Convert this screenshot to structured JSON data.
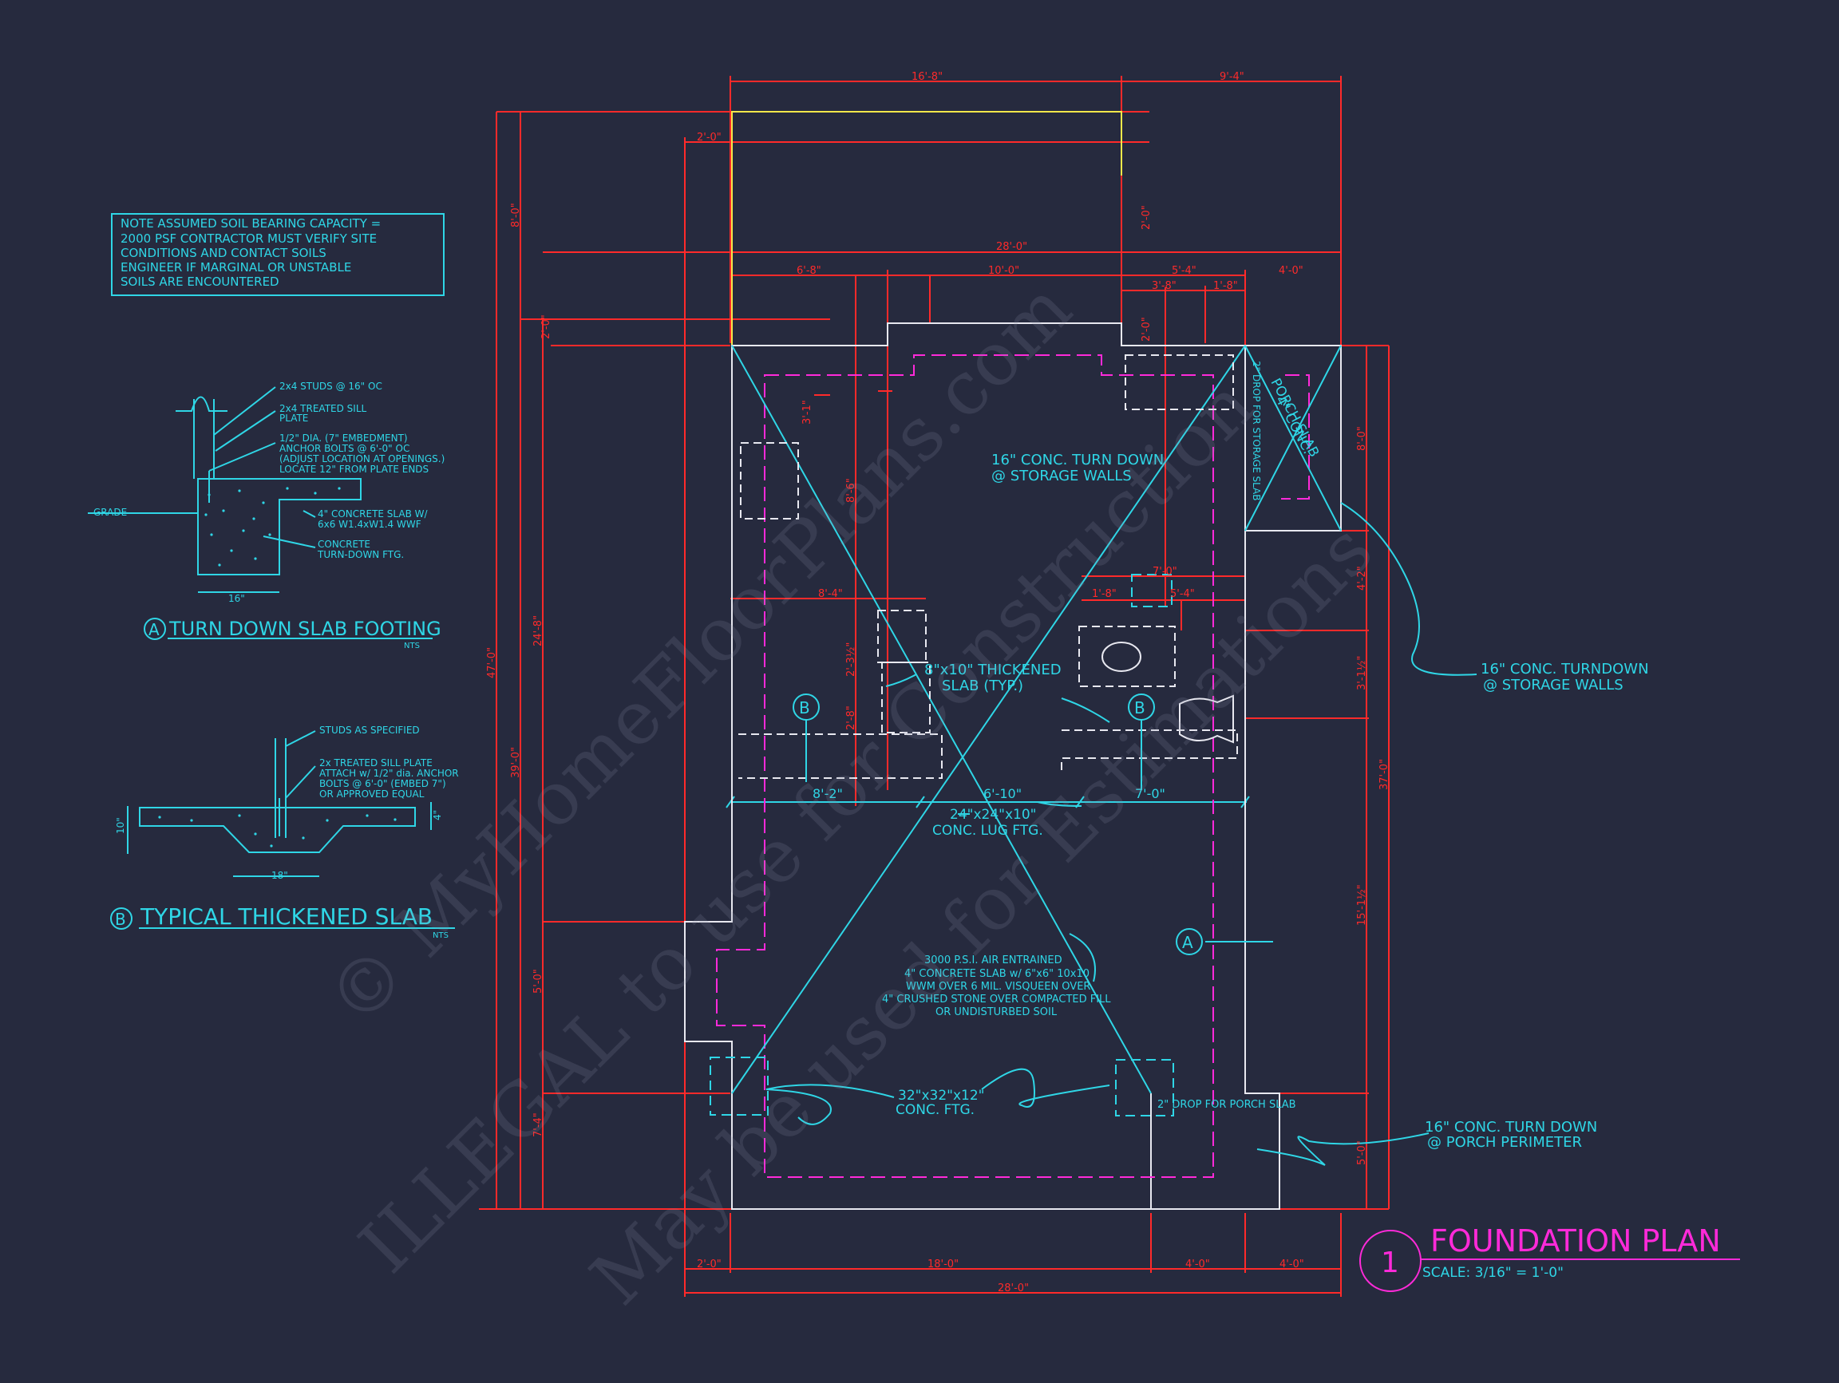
{
  "note": {
    "lines": [
      "NOTE ASSUMED SOIL BEARING CAPACITY =",
      "2000 PSF CONTRACTOR MUST VERIFY SITE",
      "CONDITIONS AND CONTACT SOILS",
      "ENGINEER IF MARGINAL OR UNSTABLE",
      "SOILS ARE ENCOUNTERED"
    ]
  },
  "detail_a": {
    "letter": "A",
    "title": "TURN DOWN SLAB FOOTING",
    "scale": "NTS",
    "labels": [
      "2x4 STUDS @ 16\" OC",
      "2x4 TREATED SILL",
      "PLATE",
      "1/2\" DIA. (7\" EMBEDMENT)",
      "ANCHOR BOLTS @ 6'-0\" OC",
      "(ADJUST LOCATION AT OPENINGS.)",
      "LOCATE 12\" FROM PLATE ENDS",
      "4\" CONCRETE SLAB W/",
      "6x6 W1.4xW1.4 WWF",
      "CONCRETE",
      "TURN-DOWN FTG."
    ],
    "grade": "GRADE",
    "width": "16\""
  },
  "detail_b": {
    "letter": "B",
    "title": "TYPICAL THICKENED SLAB",
    "scale": "NTS",
    "labels": [
      "STUDS AS SPECIFIED",
      "2x TREATED SILL PLATE",
      "ATTACH w/ 1/2\" dia. ANCHOR",
      "BOLTS @ 6'-0\" (EMBED 7\")",
      "OR APPROVED EQUAL"
    ],
    "dim_h": "10\"",
    "dim_w": "18\"",
    "dim_s": "4\""
  },
  "dims": {
    "top1": "16'-8\"",
    "top2": "9'-4\"",
    "d2_0a": "2'-0\"",
    "d28": "28'-0\"",
    "d6_8": "6'-8\"",
    "d10_0": "10'-0\"",
    "d5_4a": "5'-4\"",
    "d4_0a": "4'-0\"",
    "d3_8": "3'-8\"",
    "d1_8a": "1'-8\"",
    "left8": "8'-0\"",
    "left47": "47'-0\"",
    "left24": "24'-8\"",
    "left39": "39'-0\"",
    "left5": "5'-0\"",
    "left7": "7'-4\"",
    "left2": "2'-0\"",
    "mid2_0": "2'-0\"",
    "mid2_0b": "2'-0\"",
    "mid8_6": "8'-6\"",
    "mid3_1": "3'-1\"",
    "mid2_8": "2'-8\"",
    "mid2_3": "2'-3½\"",
    "d8_4": "8'-4\"",
    "d7_0": "7'-0\"",
    "d1_8b": "1'-8\"",
    "d5_4b": "5'-4\"",
    "d8_2": "8'-2\"",
    "d6_10": "6'-10\"",
    "d7_0b": "7'-0\"",
    "r8": "8'-0\"",
    "r4": "4'-2\"",
    "r3": "3'-1½\"",
    "r37": "37'-0\"",
    "r15": "15'-1½\"",
    "r5": "5'-0\"",
    "b2": "2'-0\"",
    "b18": "18'-0\"",
    "b4a": "4'-0\"",
    "b4b": "4'-0\"",
    "b28": "28'-0\""
  },
  "plan": {
    "turn_down": [
      "16\" CONC. TURN DOWN",
      "@ STORAGE WALLS"
    ],
    "porch_slab": [
      "4\" CONC.",
      "PORCH SLAB"
    ],
    "drop_storage": "2\" DROP FOR STORAGE SLAB",
    "thickened": [
      "8\"x10\" THICKENED",
      "SLAB (TYP.)"
    ],
    "lug": [
      "24\"x24\"x10\"",
      "CONC. LUG FTG."
    ],
    "slab_spec": [
      "3000 P.S.I. AIR ENTRAINED",
      "4\" CONCRETE SLAB w/ 6\"x6\" 10x10",
      "WWM OVER 6 MIL. VISQUEEN OVER",
      "4\" CRUSHED STONE OVER COMPACTED FILL",
      "OR UNDISTURBED SOIL"
    ],
    "ftg": [
      "32\"x32\"x12\"",
      "CONC. FTG."
    ],
    "drop_porch": "2\" DROP FOR PORCH SLAB",
    "marker_b": "B",
    "marker_a": "A"
  },
  "callouts": {
    "turndown_right": [
      "16\" CONC. TURNDOWN",
      "@ STORAGE WALLS"
    ],
    "porch_perimeter": [
      "16\" CONC. TURN DOWN",
      "@ PORCH PERIMETER"
    ]
  },
  "title_block": {
    "number": "1",
    "title": "FOUNDATION PLAN",
    "scale": "SCALE: 3/16\" = 1'-0\""
  },
  "watermark": {
    "line1": "© MyHomeFloorPlans.com",
    "line2": "ILLEGAL to use for Construction",
    "line3": "May be used for Estimations"
  }
}
